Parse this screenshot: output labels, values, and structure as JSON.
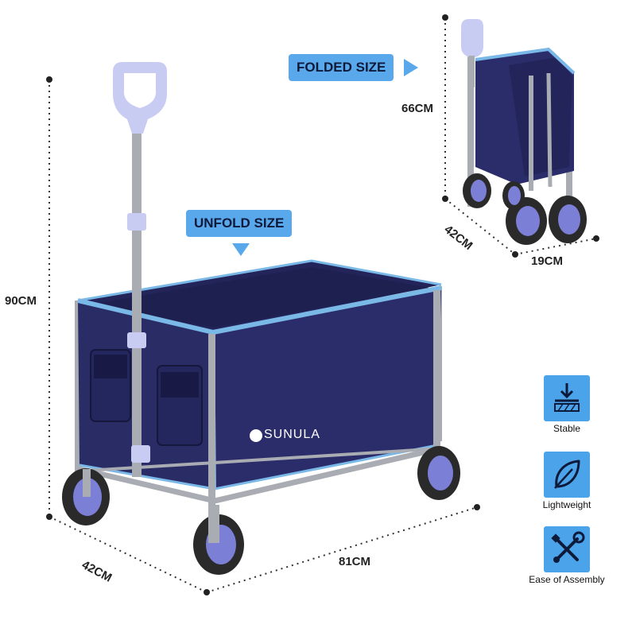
{
  "callouts": {
    "folded": "FOLDED SIZE",
    "unfolded": "UNFOLD SIZE"
  },
  "dimensions": {
    "unfold_height": "90CM",
    "unfold_depth": "42CM",
    "unfold_length": "81CM",
    "folded_height": "66CM",
    "folded_depth": "42CM",
    "folded_width": "19CM"
  },
  "brand": "SUNULA",
  "features": [
    {
      "label": "Stable",
      "icon": "stable-icon"
    },
    {
      "label": "Lightweight",
      "icon": "leaf-icon"
    },
    {
      "label": "Ease of Assembly",
      "icon": "tools-icon"
    }
  ],
  "colors": {
    "fabric": "#2b2d6b",
    "trim": "#7ab8e8",
    "frame": "#a9adb3",
    "accent": "#4ba3ea",
    "wheel": "#7b7fd6"
  }
}
